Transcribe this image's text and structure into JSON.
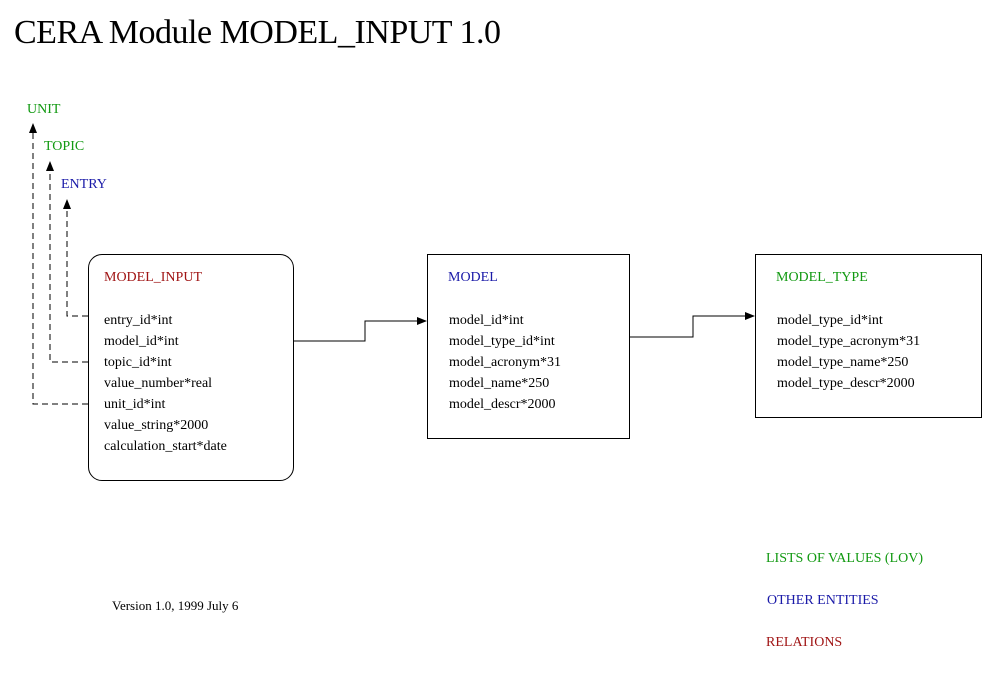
{
  "title": "CERA Module MODEL_INPUT  1.0",
  "colors": {
    "lov": "#119911",
    "other_entity": "#1a1aa8",
    "relation": "#a01515"
  },
  "external_refs": {
    "unit": "UNIT",
    "topic": "TOPIC",
    "entry": "ENTRY"
  },
  "entities": {
    "model_input": {
      "name": "MODEL_INPUT",
      "fields": [
        "entry_id*int",
        "model_id*int",
        "topic_id*int",
        "value_number*real",
        "unit_id*int",
        "value_string*2000",
        "calculation_start*date"
      ]
    },
    "model": {
      "name": "MODEL",
      "fields": [
        "model_id*int",
        "model_type_id*int",
        "model_acronym*31",
        "model_name*250",
        "model_descr*2000"
      ]
    },
    "model_type": {
      "name": "MODEL_TYPE",
      "fields": [
        "model_type_id*int",
        "model_type_acronym*31",
        "model_type_name*250",
        "model_type_descr*2000"
      ]
    }
  },
  "version": "Version 1.0, 1999 July 6",
  "legend": {
    "lov": "LISTS OF VALUES (LOV)",
    "other": "OTHER ENTITIES",
    "relations": "RELATIONS"
  }
}
